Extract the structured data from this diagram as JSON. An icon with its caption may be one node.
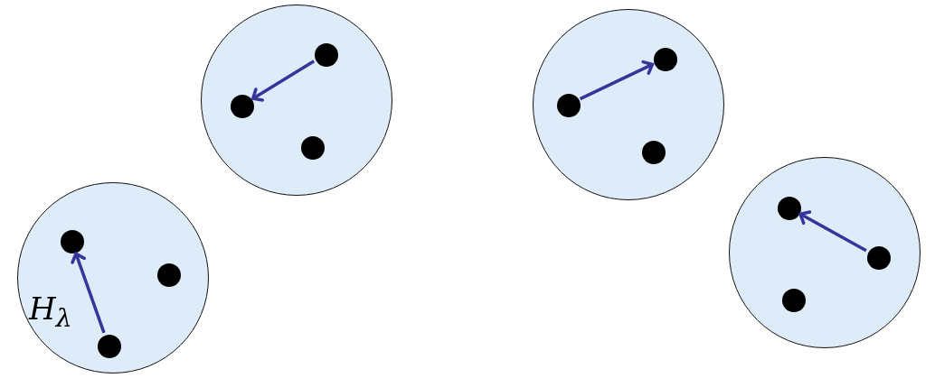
{
  "diagram": {
    "nodes": [
      {
        "text": [],
        "shape": "circle"
      },
      {
        "text": [],
        "shape": "circle",
        "in": 0
      },
      {
        "text": [],
        "shape": "circle",
        "in": 0
      },
      {
        "text": [],
        "shape": "circle",
        "in": 0
      },
      {
        "text": [],
        "shape": "circle"
      },
      {
        "text": [],
        "shape": "circle",
        "in": 4
      },
      {
        "text": [],
        "shape": "circle",
        "in": 4
      },
      {
        "text": [],
        "shape": "circle",
        "in": 4
      },
      {
        "text": [],
        "shape": "circle"
      },
      {
        "text": [],
        "shape": "circle",
        "in": 8
      },
      {
        "text": [],
        "shape": "circle",
        "in": 8
      },
      {
        "text": [],
        "shape": "circle",
        "in": 8
      },
      {
        "text": [],
        "shape": "circle"
      },
      {
        "text": [],
        "shape": "circle",
        "in": 12
      },
      {
        "text": [],
        "shape": "circle",
        "in": 12
      },
      {
        "text": [],
        "shape": "circle",
        "in": 12
      }
    ],
    "edges": [
      {
        "from": 2,
        "to": 1,
        "arrow": "to",
        "label": "H$_{λ}$"
      },
      {
        "from": 7,
        "to": 5,
        "arrow": "to"
      },
      {
        "from": 9,
        "to": 11,
        "arrow": "to"
      },
      {
        "from": 15,
        "to": 13,
        "arrow": "to"
      }
    ]
  }
}
